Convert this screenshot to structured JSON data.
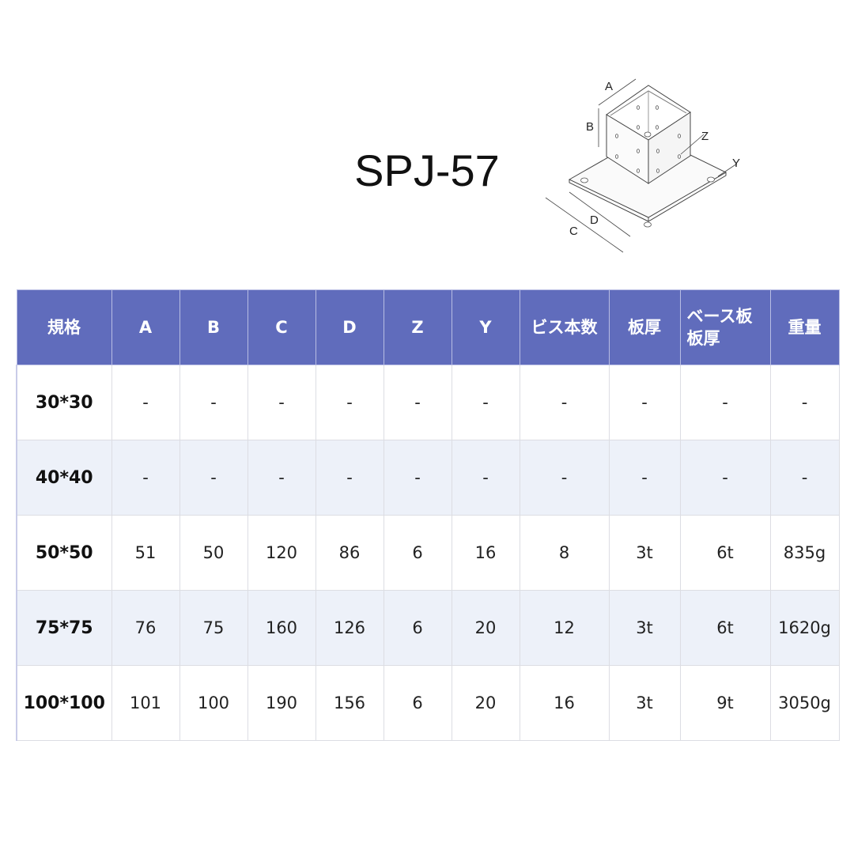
{
  "product": {
    "title": "SPJ-57"
  },
  "diagram": {
    "labels": {
      "A": "A",
      "B": "B",
      "C": "C",
      "D": "D",
      "Z": "Z",
      "Y": "Y"
    }
  },
  "table": {
    "header_color": "#606cbc",
    "alt_row_color": "#edf1f9",
    "headers": [
      "規格",
      "A",
      "B",
      "C",
      "D",
      "Z",
      "Y",
      "ビス本数",
      "板厚",
      "ベース板\n板厚",
      "重量"
    ],
    "header_base_plate_line1": "ベース板",
    "header_base_plate_line2": "板厚",
    "rows": [
      [
        "30*30",
        "-",
        "-",
        "-",
        "-",
        "-",
        "-",
        "-",
        "-",
        "-",
        "-"
      ],
      [
        "40*40",
        "-",
        "-",
        "-",
        "-",
        "-",
        "-",
        "-",
        "-",
        "-",
        "-"
      ],
      [
        "50*50",
        "51",
        "50",
        "120",
        "86",
        "6",
        "16",
        "8",
        "3t",
        "6t",
        "835g"
      ],
      [
        "75*75",
        "76",
        "75",
        "160",
        "126",
        "6",
        "20",
        "12",
        "3t",
        "6t",
        "1620g"
      ],
      [
        "100*100",
        "101",
        "100",
        "190",
        "156",
        "6",
        "20",
        "16",
        "3t",
        "9t",
        "3050g"
      ]
    ]
  }
}
